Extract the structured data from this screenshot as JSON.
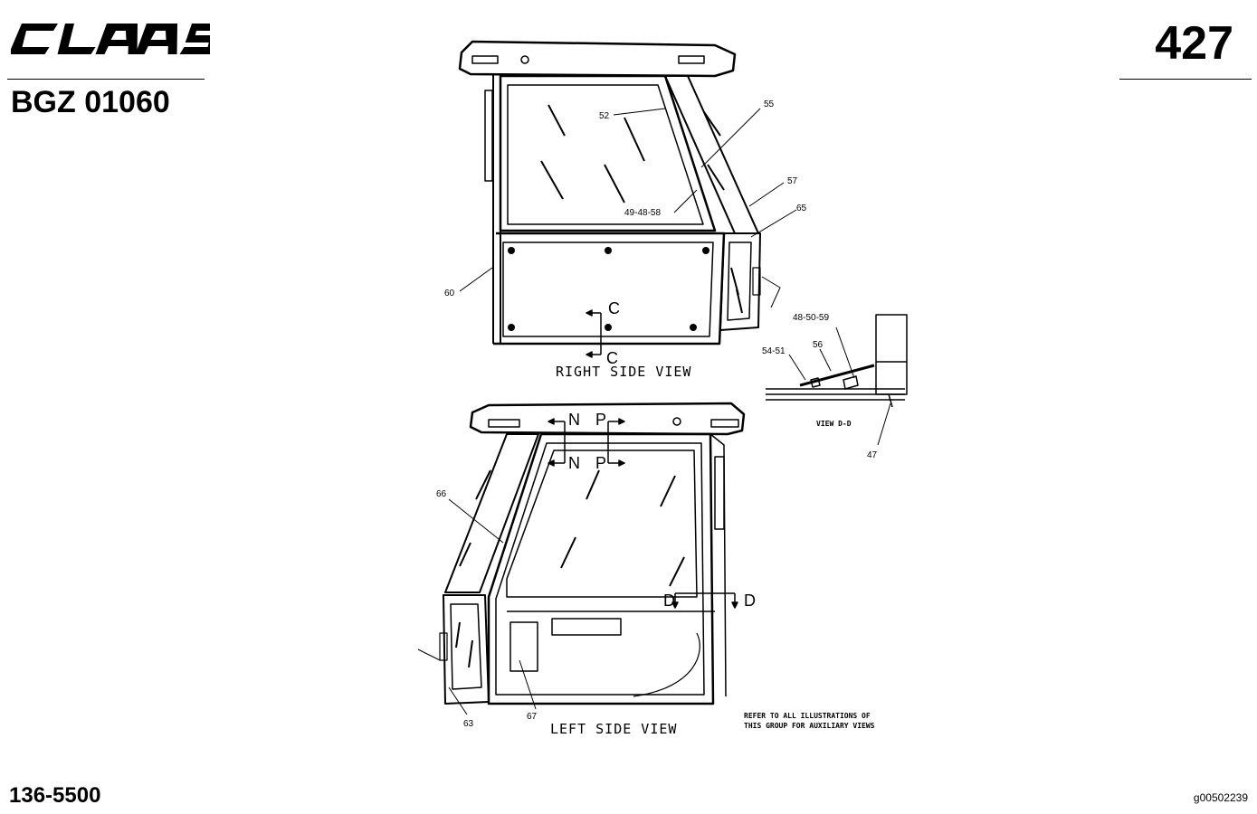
{
  "header": {
    "brand": "CLAAS",
    "doc_code": "BGZ 01060",
    "page_number": "427"
  },
  "footer": {
    "part_number": "136-5500",
    "image_id": "g00502239"
  },
  "views": {
    "right": {
      "caption": "RIGHT SIDE VIEW",
      "section_marks": [
        "C",
        "C"
      ],
      "callouts": [
        "52",
        "55",
        "49-48-58",
        "57",
        "65",
        "60"
      ]
    },
    "detail": {
      "caption": "VIEW D-D",
      "callouts": [
        "48-50-59",
        "56",
        "54-51",
        "47"
      ]
    },
    "left": {
      "caption": "LEFT SIDE VIEW",
      "section_marks": [
        "N",
        "P",
        "N",
        "P",
        "D",
        "D"
      ],
      "callouts": [
        "66",
        "63",
        "67"
      ]
    }
  },
  "note": [
    "REFER TO ALL ILLUSTRATIONS OF",
    "THIS GROUP FOR AUXILIARY VIEWS"
  ]
}
